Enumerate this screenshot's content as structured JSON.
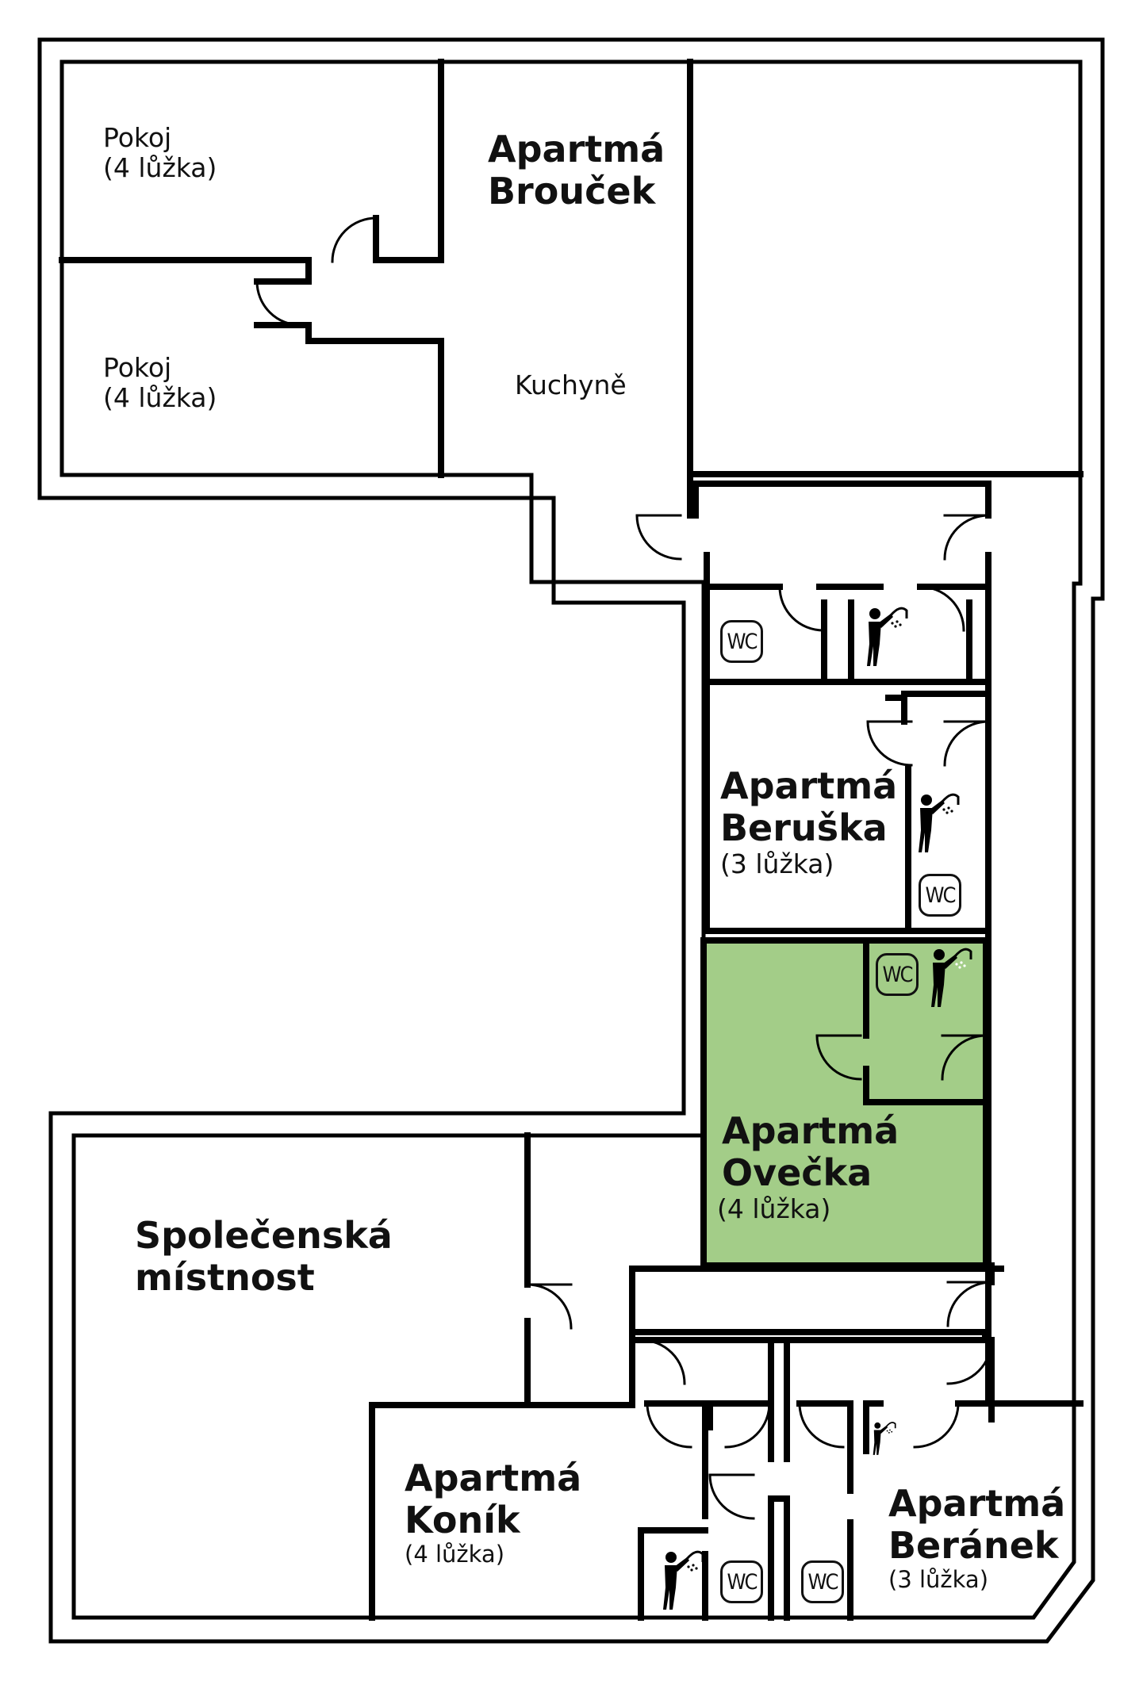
{
  "colors": {
    "wall": "#000000",
    "highlight": "#a3cd88",
    "background": "#ffffff"
  },
  "rooms": {
    "pokoj_top": {
      "name": "Pokoj",
      "beds": "(4 lůžka)"
    },
    "pokoj_bottom": {
      "name": "Pokoj",
      "beds": "(4 lůžka)"
    },
    "broucek": {
      "line1": "Apartmá",
      "line2": "Brouček"
    },
    "kitchen": {
      "name": "Kuchyně"
    },
    "beruska": {
      "line1": "Apartmá",
      "line2": "Beruška",
      "beds": "(3 lůžka)"
    },
    "ovecka": {
      "line1": "Apartmá",
      "line2": "Ovečka",
      "beds": "(4 lůžka)",
      "highlighted": true
    },
    "spolecenska": {
      "line1": "Společenská",
      "line2": "místnost"
    },
    "konik": {
      "line1": "Apartmá",
      "line2": "Koník",
      "beds": "(4 lůžka)"
    },
    "beranek": {
      "line1": "Apartmá",
      "line2": "Beránek",
      "beds": "(3 lůžka)"
    }
  },
  "fixtures": {
    "wc_label": "WC",
    "icons": [
      "wc-icon",
      "shower-icon"
    ]
  }
}
